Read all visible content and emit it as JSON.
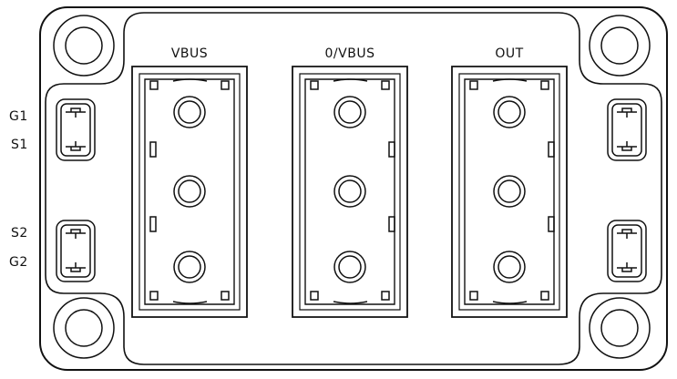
{
  "diagram": {
    "terminals": [
      {
        "label": "VBUS"
      },
      {
        "label": "0/VBUS"
      },
      {
        "label": "OUT"
      }
    ],
    "pin_labels_left": {
      "g1": "G1",
      "s1": "S1",
      "s2": "S2",
      "g2": "G2"
    },
    "colors": {
      "stroke": "#111111",
      "background": "#ffffff"
    }
  }
}
